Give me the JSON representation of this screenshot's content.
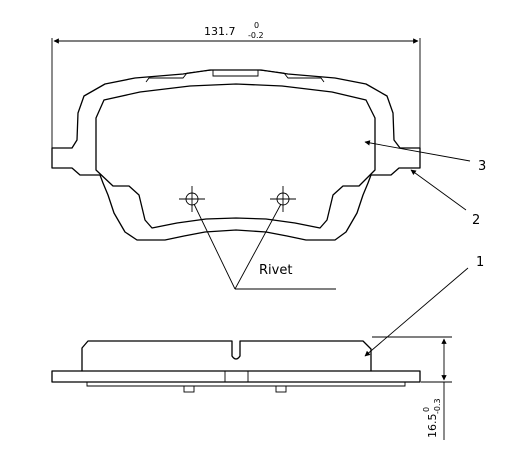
{
  "drawing": {
    "width_dimension": {
      "value": "131.7",
      "tol_upper": "0",
      "tol_lower": "-0.2"
    },
    "thickness_dimension": {
      "value": "16.5",
      "tol_upper": "0",
      "tol_lower": "-0.3"
    },
    "rivet_label": "Rivet",
    "callouts": [
      "1",
      "2",
      "3"
    ]
  }
}
